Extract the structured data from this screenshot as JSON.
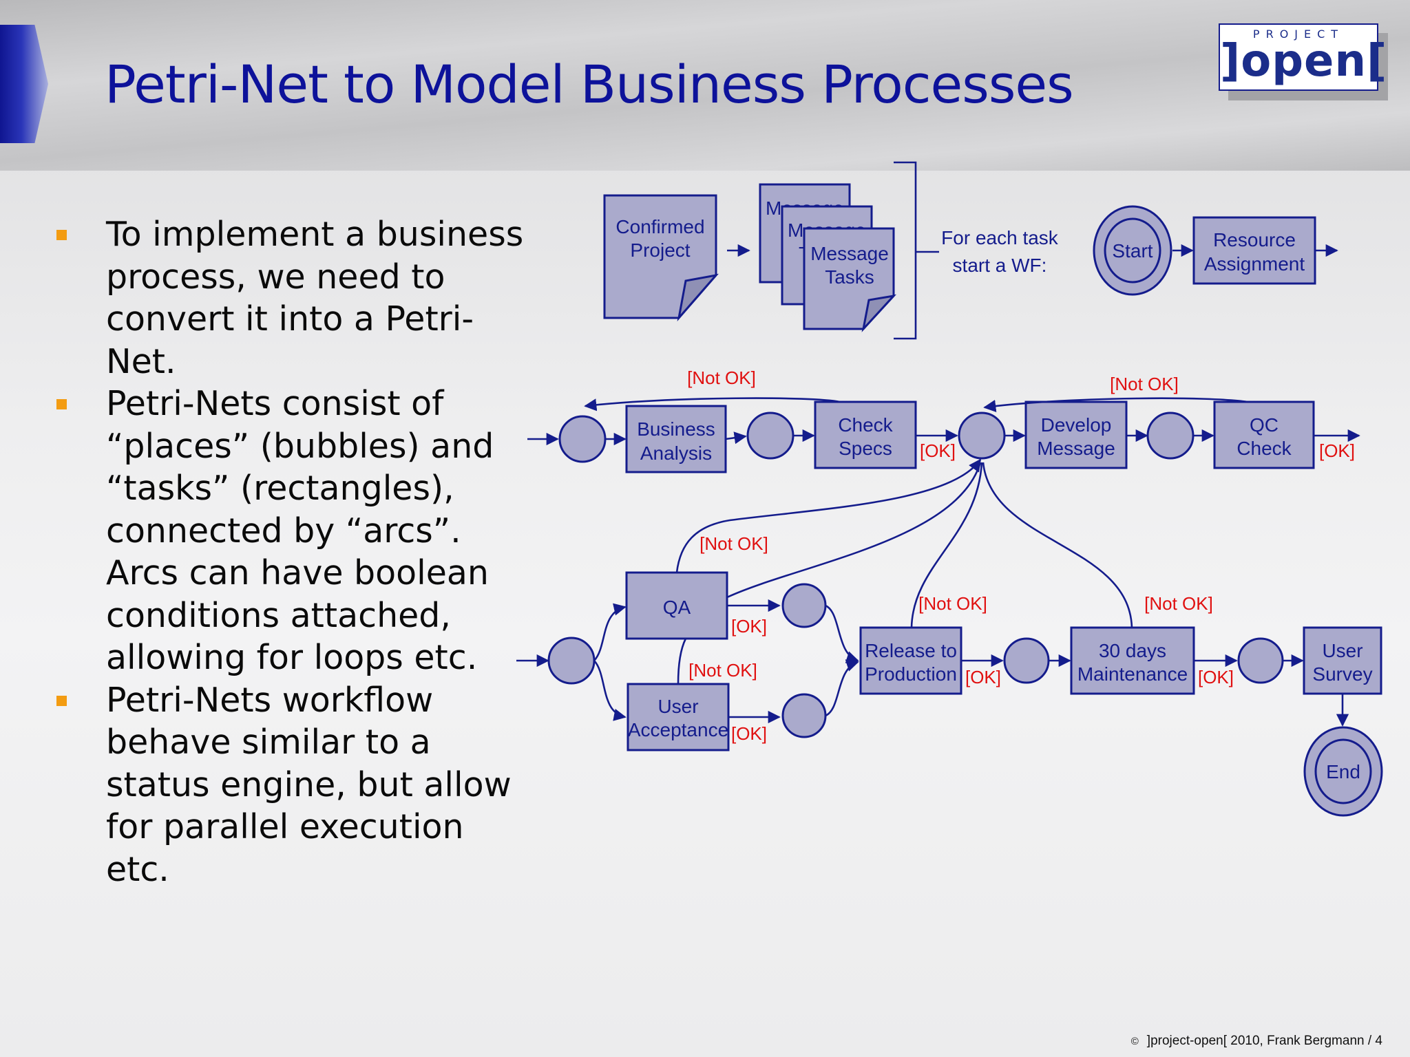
{
  "slide": {
    "title": "Petri-Net to Model Business Processes",
    "logo": {
      "top": "PROJECT",
      "main": "]open["
    },
    "bullets": [
      "To implement a business process, we need to convert it into a Petri-Net.",
      "Petri-Nets consist of “places” (bubbles) and “tasks” (rectangles), connected by “arcs”. Arcs can have boolean conditions attached, allowing for loops etc.",
      "Petri-Nets workflow behave similar to a status engine, but allow for parallel execution etc."
    ],
    "footer": {
      "symbol": "©",
      "text": "]project-open[  2010, Frank Bergmann / 4"
    }
  },
  "diagram": {
    "confirmed_project": [
      "Confirmed",
      "Project"
    ],
    "message_tasks": [
      "Message",
      "Tasks"
    ],
    "stack_partial": {
      "back": "Message",
      "middle": "Message",
      "back_frag": "T",
      "middle_frag": "T"
    },
    "for_each": [
      "For each task",
      "start a WF:"
    ],
    "start": "Start",
    "resource_assignment": [
      "Resource",
      "Assignment"
    ],
    "business_analysis": [
      "Business",
      "Analysis"
    ],
    "check_specs": [
      "Check",
      "Specs"
    ],
    "develop_message": [
      "Develop",
      "Message"
    ],
    "qc_check": [
      "QC",
      "Check"
    ],
    "qa": "QA",
    "user_acceptance": [
      "User",
      "Acceptance"
    ],
    "release": [
      "Release to",
      "Production"
    ],
    "maintenance": [
      "30 days",
      "Maintenance"
    ],
    "user_survey": [
      "User",
      "Survey"
    ],
    "end": "End",
    "cond_not_ok": "[Not OK]",
    "cond_ok": "[OK]"
  }
}
